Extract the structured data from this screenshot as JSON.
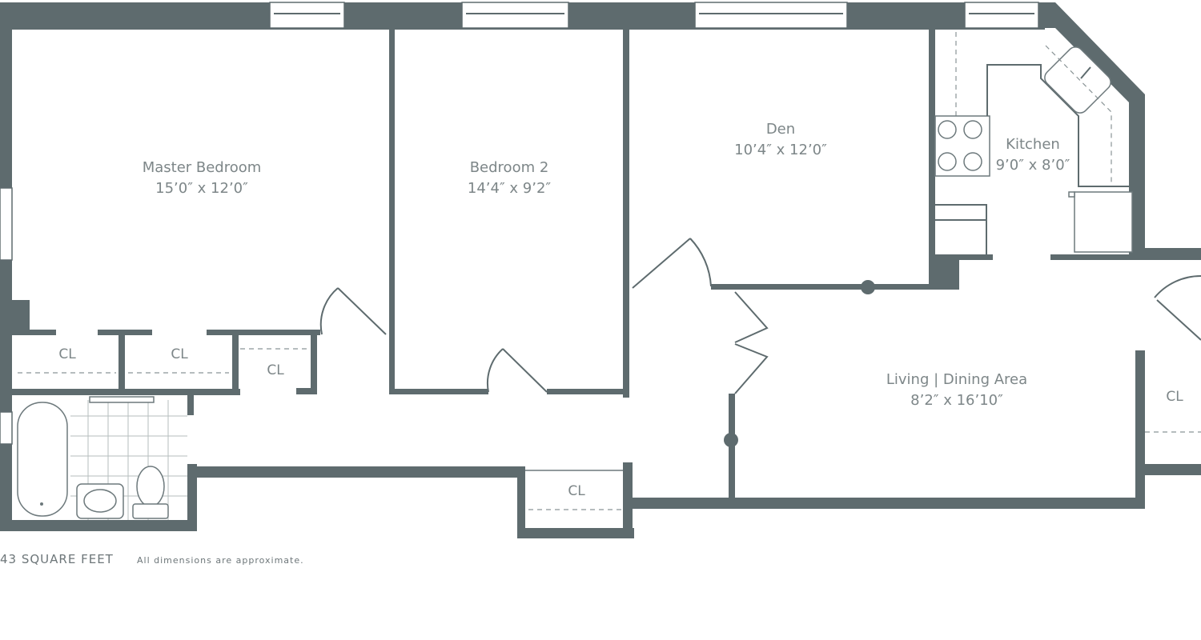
{
  "rooms": {
    "master": {
      "name": "Master Bedroom",
      "dims": "15’0″ x 12’0″"
    },
    "bedroom2": {
      "name": "Bedroom 2",
      "dims": "14’4″ x 9’2″"
    },
    "den": {
      "name": "Den",
      "dims": "10’4″ x 12’0″"
    },
    "kitchen": {
      "name": "Kitchen",
      "dims": "9’0″ x 8’0″"
    },
    "living": {
      "name": "Living | Dining Area",
      "dims": "8’2″ x 16’10″"
    }
  },
  "closet_label": "CL",
  "footer": {
    "area": "43 SQUARE FEET",
    "note": "All dimensions are approximate."
  },
  "colors": {
    "wall": "#5e6b6e",
    "text": "#7d8688"
  }
}
